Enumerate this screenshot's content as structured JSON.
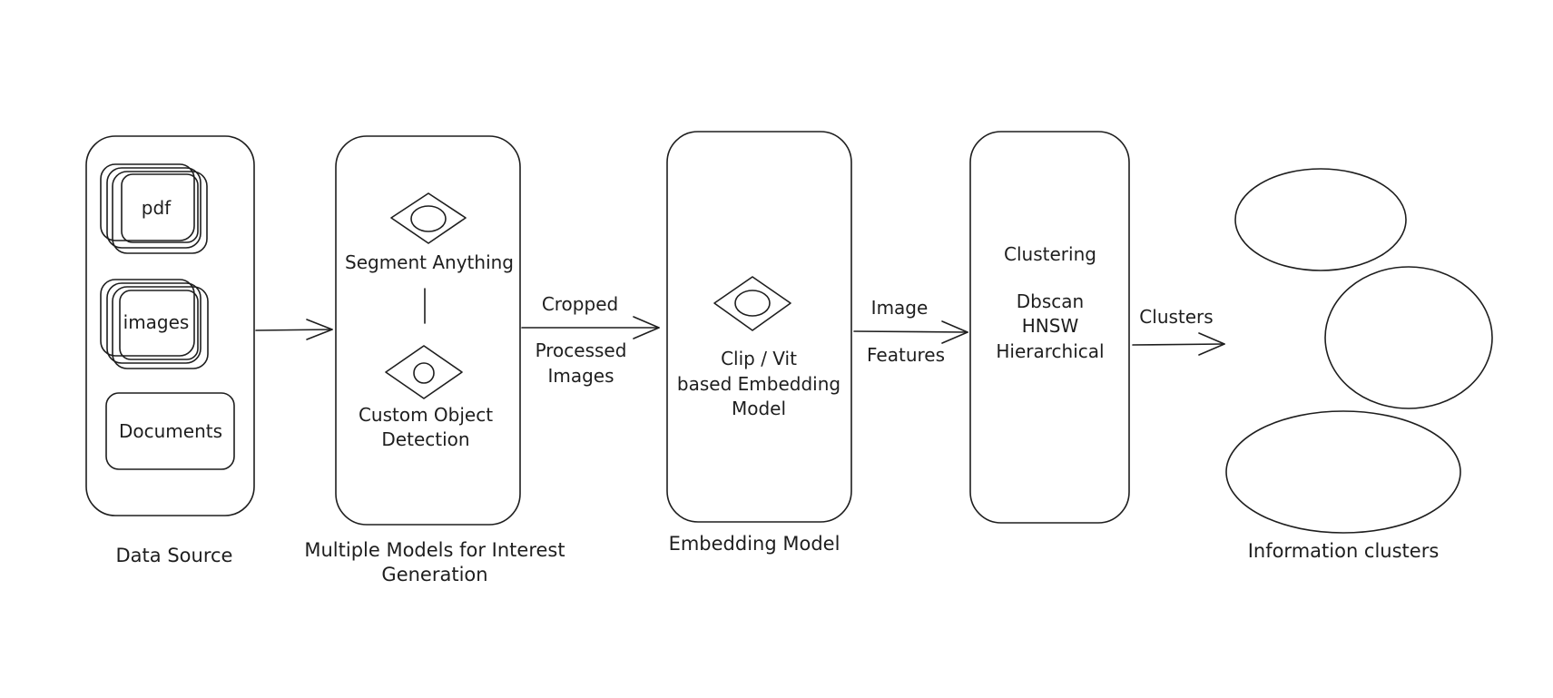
{
  "stages": {
    "data_source": {
      "label": "Data Source",
      "items": {
        "pdf": "pdf",
        "images": "images",
        "documents": "Documents"
      }
    },
    "interest_models": {
      "label_line1": "Multiple Models for Interest",
      "label_line2": "Generation",
      "segment": "Segment Anything",
      "custom_line1": "Custom Object",
      "custom_line2": "Detection"
    },
    "embedding": {
      "label": "Embedding Model",
      "model_line1": "Clip / Vit",
      "model_line2": "based Embedding",
      "model_line3": "Model"
    },
    "clustering": {
      "title": "Clustering",
      "algorithms": [
        "Dbscan",
        "HNSW",
        "Hierarchical"
      ]
    },
    "clusters": {
      "label": "Information clusters"
    }
  },
  "edges": {
    "cropped_line1": "Cropped",
    "cropped_line2": "Processed",
    "cropped_line3": "Images",
    "features_line1": "Image",
    "features_line2": "Features",
    "clusters": "Clusters"
  }
}
